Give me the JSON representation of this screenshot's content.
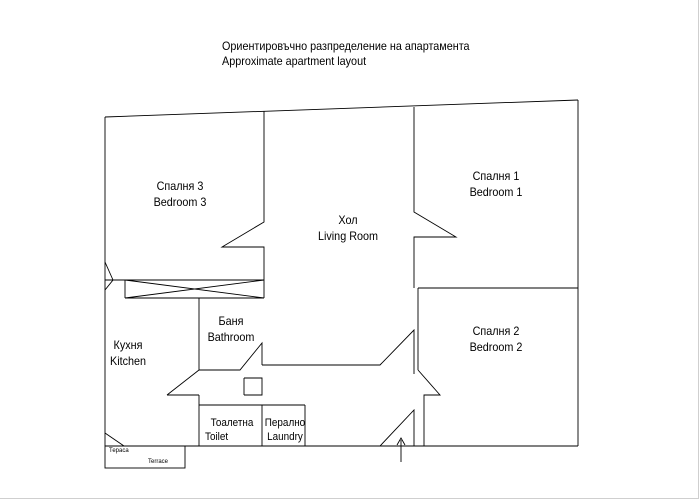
{
  "title": {
    "bg": "Ориентировъчно разпределение на апартамента",
    "en": "Approximate apartment layout"
  },
  "rooms": {
    "bedroom3": {
      "bg": "Спалня 3",
      "en": "Bedroom 3"
    },
    "living": {
      "bg": "Хол",
      "en": "Living Room"
    },
    "bedroom1": {
      "bg": "Спалня 1",
      "en": "Bedroom 1"
    },
    "bedroom2": {
      "bg": "Спалня 2",
      "en": "Bedroom 2"
    },
    "kitchen": {
      "bg": "Кухня",
      "en": "Kitchen"
    },
    "bathroom": {
      "bg": "Баня",
      "en": "Bathroom"
    },
    "toilet": {
      "bg": "Тоалетна",
      "en": "Toilet"
    },
    "laundry": {
      "bg": "Перално",
      "en": "Laundry"
    },
    "terrace": {
      "bg": "Тераса",
      "en": "Terrace"
    }
  }
}
